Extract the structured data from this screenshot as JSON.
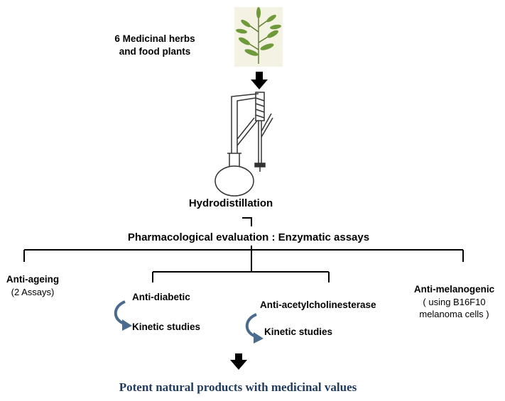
{
  "source": {
    "line1": "6 Medicinal herbs",
    "line2": "and food plants",
    "image_icon": "plant-sprig-icon"
  },
  "process": {
    "apparatus_icon": "clevenger-apparatus-icon",
    "label": "Hydrodistillation"
  },
  "evaluation": {
    "label": "Pharmacological evaluation : Enzymatic assays"
  },
  "assays": {
    "anti_ageing": {
      "title": "Anti-ageing",
      "detail": "(2 Assays)"
    },
    "anti_diabetic": {
      "title": "Anti-diabetic",
      "followup": "Kinetic studies"
    },
    "anti_ache": {
      "title": "Anti-acetylcholinesterase",
      "followup": "Kinetic studies"
    },
    "anti_melanogenic": {
      "title": "Anti-melanogenic",
      "detail1": "( using B16F10",
      "detail2": "melanoma cells )"
    }
  },
  "outcome": {
    "label": "Potent natural products with medicinal values"
  },
  "colors": {
    "curved_arrow": "#4a6b8e",
    "outcome_text": "#1f3a5f",
    "plant_leaf": "#6f9a3c",
    "plant_background": "#f4f2e2"
  }
}
